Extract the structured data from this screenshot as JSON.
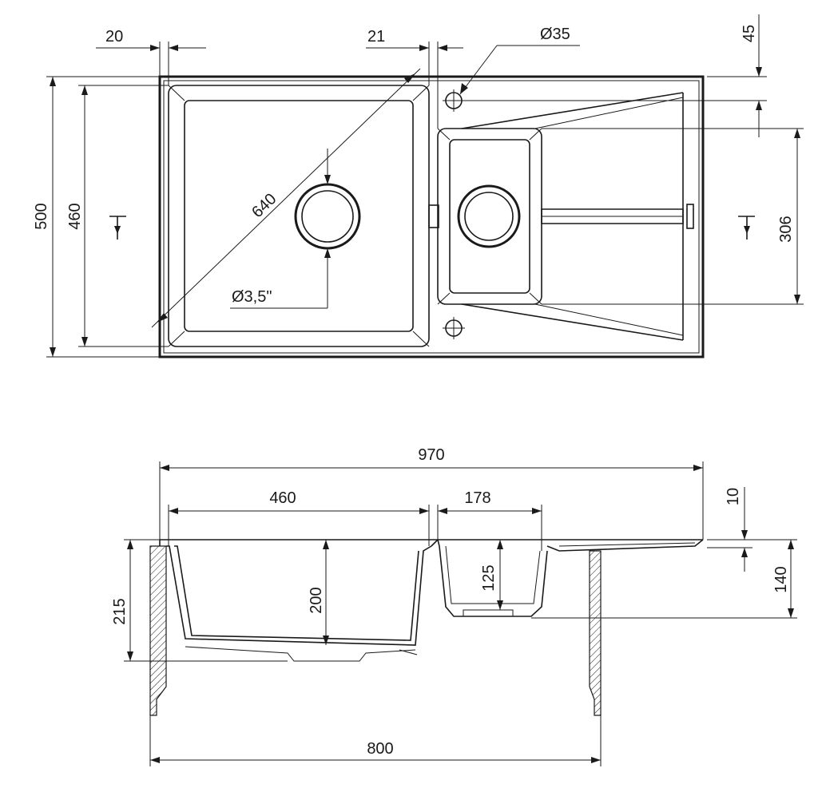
{
  "top_view": {
    "dims": {
      "rim_left": "20",
      "divider": "21",
      "hole": "Ø35",
      "hole_offset": "45",
      "total_depth": "500",
      "main_bowl_depth": "460",
      "diagonal": "640",
      "drain": "Ø3,5\"",
      "small_bowl_depth": "306"
    }
  },
  "side_view": {
    "dims": {
      "total_width": "970",
      "main_bowl_width": "460",
      "small_bowl_width": "178",
      "drainer_thickness": "10",
      "main_bowl_height": "200",
      "small_bowl_height": "125",
      "total_height": "215",
      "small_total_height": "140",
      "cabinet_width": "800"
    }
  }
}
